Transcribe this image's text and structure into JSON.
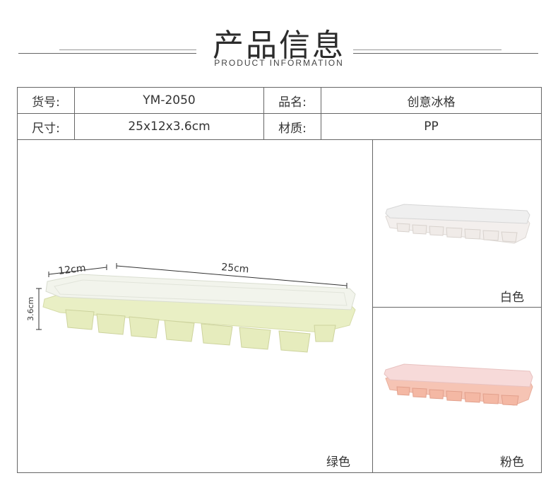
{
  "header": {
    "title": "产品信息",
    "subtitle": "PRODUCT INFORMATION"
  },
  "spec_table": {
    "rows": [
      {
        "label1": "货号:",
        "value1": "YM-2050",
        "label2": "品名:",
        "value2": "创意冰格"
      },
      {
        "label1": "尺寸:",
        "value1": "25x12x3.6cm",
        "label2": "材质:",
        "value2": "PP"
      }
    ]
  },
  "images": {
    "main": {
      "caption": "绿色",
      "dim_length": "25cm",
      "dim_width": "12cm",
      "dim_height": "3.6cm",
      "tray_color": "#e9efc4",
      "lid_color": "#f2f4ec"
    },
    "white": {
      "caption": "白色",
      "tray_color": "#f3efed",
      "lid_color": "#efefef"
    },
    "pink": {
      "caption": "粉色",
      "tray_color": "#f6c4b4",
      "lid_color": "#f7dad9"
    }
  }
}
